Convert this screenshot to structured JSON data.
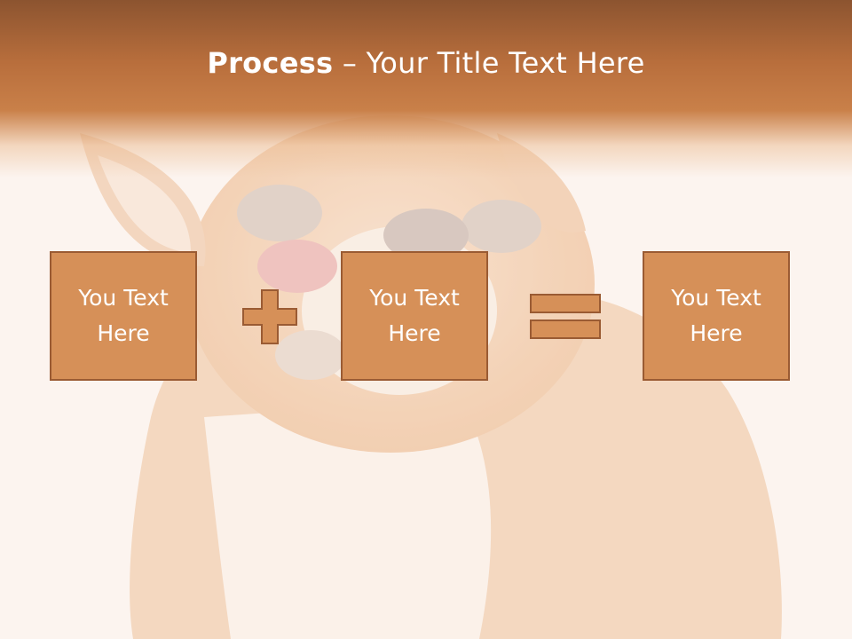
{
  "slide": {
    "title_bold": "Process",
    "title_rest": " – Your Title Text Here",
    "boxes": [
      {
        "label": "You Text Here"
      },
      {
        "label": "You Text Here"
      },
      {
        "label": "You Text Here"
      }
    ],
    "operators": [
      "plus-icon",
      "equals-icon"
    ]
  },
  "colors": {
    "header": "#b86e3c",
    "box_fill": "#d69058",
    "box_border": "#9a5b33",
    "text": "#ffffff"
  }
}
